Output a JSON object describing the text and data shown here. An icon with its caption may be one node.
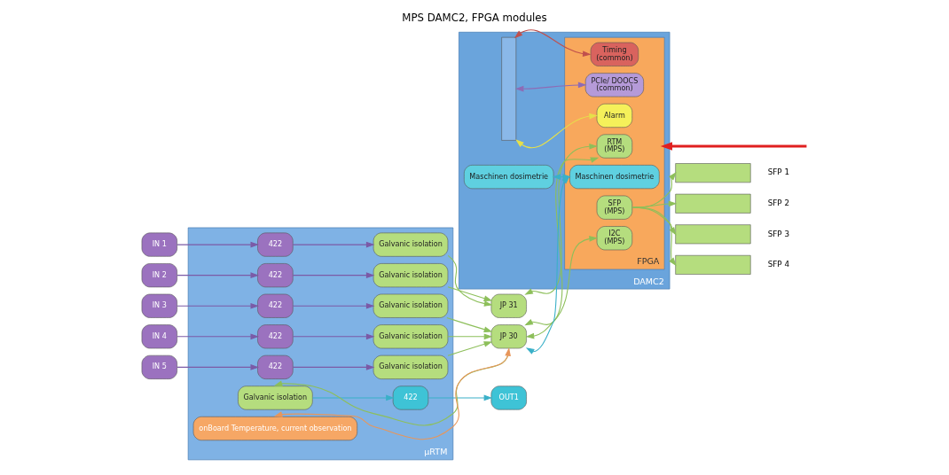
{
  "diagram": {
    "title": "MPS DAMC2, FPGA modules",
    "nodes": [
      {
        "text": [
          "µRTM"
        ]
      },
      {
        "text": [
          "IN 1"
        ]
      },
      {
        "text": [
          "IN 2"
        ]
      },
      {
        "text": [
          "IN 3"
        ]
      },
      {
        "text": [
          "IN 4"
        ]
      },
      {
        "text": [
          "IN 5"
        ]
      },
      {
        "text": [
          "OUT1"
        ]
      },
      {
        "text": [
          "422"
        ],
        "in": 0
      },
      {
        "text": [
          "422"
        ],
        "in": 0
      },
      {
        "text": [
          "422"
        ],
        "in": 0
      },
      {
        "text": [
          "422"
        ],
        "in": 0
      },
      {
        "text": [
          "422"
        ],
        "in": 0
      },
      {
        "text": [
          "422"
        ],
        "in": 0
      },
      {
        "text": [
          "Galvanic isolation"
        ],
        "in": 0
      },
      {
        "text": [
          "Galvanic isolation"
        ],
        "in": 0
      },
      {
        "text": [
          "Galvanic isolation"
        ],
        "in": 0
      },
      {
        "text": [
          "Galvanic isolation"
        ],
        "in": 0
      },
      {
        "text": [
          "Galvanic isolation"
        ],
        "in": 0
      },
      {
        "text": [
          "Galvanic isolation"
        ],
        "in": 0
      },
      {
        "text": [
          "onBoard Temperature, current observation"
        ],
        "in": 0
      },
      {
        "text": [
          "JP 31"
        ]
      },
      {
        "text": [
          "JP 30"
        ]
      },
      {
        "text": [
          "DAMC2"
        ]
      },
      {
        "text": [
          "FPGA"
        ],
        "in": 22
      },
      {
        "text": [
          "RTM",
          "(MPS)"
        ],
        "in": 23
      },
      {
        "text": [
          "I2C",
          "(MPS)"
        ],
        "in": 23
      },
      {
        "text": [
          "SFP",
          "(MPS)"
        ],
        "in": 23
      },
      {
        "text": [
          "Maschinen dosimetrie"
        ],
        "in": 23
      },
      {
        "text": [
          "Timing",
          "(common)"
        ],
        "in": 23
      },
      {
        "text": [
          "PCIe/ DOOCS",
          "(common)"
        ],
        "in": 23
      },
      {
        "text": [
          "Alarm"
        ],
        "in": 23
      },
      {
        "text": [
          "Maschinen dosimetrie"
        ],
        "in": 22
      },
      {
        "text": [],
        "shape": "bar",
        "in": 22
      },
      {
        "text": [],
        "shape": "box",
        "beside": [
          "SFP 1"
        ]
      },
      {
        "text": [],
        "shape": "box",
        "beside": [
          "SFP 2"
        ]
      },
      {
        "text": [],
        "shape": "box",
        "beside": [
          "SFP 3"
        ]
      },
      {
        "text": [],
        "shape": "box",
        "beside": [
          "SFP 4"
        ]
      }
    ],
    "edges": [
      {
        "from": 1,
        "to": 7,
        "arrow": "to",
        "color": "#7b5aa6"
      },
      {
        "from": 7,
        "to": 13,
        "arrow": "to",
        "color": "#7b5aa6"
      },
      {
        "from": 2,
        "to": 8,
        "arrow": "to",
        "color": "#7b5aa6"
      },
      {
        "from": 8,
        "to": 14,
        "arrow": "to",
        "color": "#7b5aa6"
      },
      {
        "from": 3,
        "to": 9,
        "arrow": "to",
        "color": "#7b5aa6"
      },
      {
        "from": 9,
        "to": 15,
        "arrow": "to",
        "color": "#7b5aa6"
      },
      {
        "from": 4,
        "to": 10,
        "arrow": "to",
        "color": "#7b5aa6"
      },
      {
        "from": 10,
        "to": 16,
        "arrow": "to",
        "color": "#7b5aa6"
      },
      {
        "from": 5,
        "to": 11,
        "arrow": "to",
        "color": "#7b5aa6"
      },
      {
        "from": 11,
        "to": 17,
        "arrow": "to",
        "color": "#7b5aa6"
      },
      {
        "from": 13,
        "to": 20,
        "arrow": "to"
      },
      {
        "from": 14,
        "to": 20,
        "arrow": "to"
      },
      {
        "from": 15,
        "to": 21,
        "arrow": "to"
      },
      {
        "from": 16,
        "to": 21,
        "arrow": "to"
      },
      {
        "from": 17,
        "to": 21,
        "arrow": "to"
      },
      {
        "from": 21,
        "to": 18,
        "arrow": "to"
      },
      {
        "from": 18,
        "to": 12,
        "arrow": "to",
        "color": "#3ab0c8"
      },
      {
        "from": 12,
        "to": 6,
        "arrow": "to",
        "color": "#3ab0c8"
      },
      {
        "from": 21,
        "to": 19,
        "arrow": "both",
        "color": "#e8965a"
      },
      {
        "from": 20,
        "to": 24,
        "arrow": "both"
      },
      {
        "from": 21,
        "to": 24,
        "arrow": "both"
      },
      {
        "from": 21,
        "to": 25,
        "arrow": "both"
      },
      {
        "from": 21,
        "to": 27,
        "arrow": "both",
        "color": "#3ab0c8"
      },
      {
        "from": 31,
        "to": 27,
        "arrow": "both",
        "color": "#3ab0c8"
      },
      {
        "from": 26,
        "to": 33,
        "arrow": "to"
      },
      {
        "from": 26,
        "to": 34,
        "arrow": "to"
      },
      {
        "from": 26,
        "to": 35,
        "arrow": "to"
      },
      {
        "from": 26,
        "to": 36,
        "arrow": "to"
      },
      {
        "from": 32,
        "to": 28,
        "arrow": "both",
        "color": "#c0504d"
      },
      {
        "from": 32,
        "to": 29,
        "arrow": "both",
        "color": "#8e6bb5"
      },
      {
        "from": 32,
        "to": 30,
        "arrow": "both",
        "color": "#e6e04a"
      },
      {
        "from": null,
        "to": 23,
        "arrow": "to",
        "style": "thick",
        "color": "#e02020"
      }
    ]
  }
}
